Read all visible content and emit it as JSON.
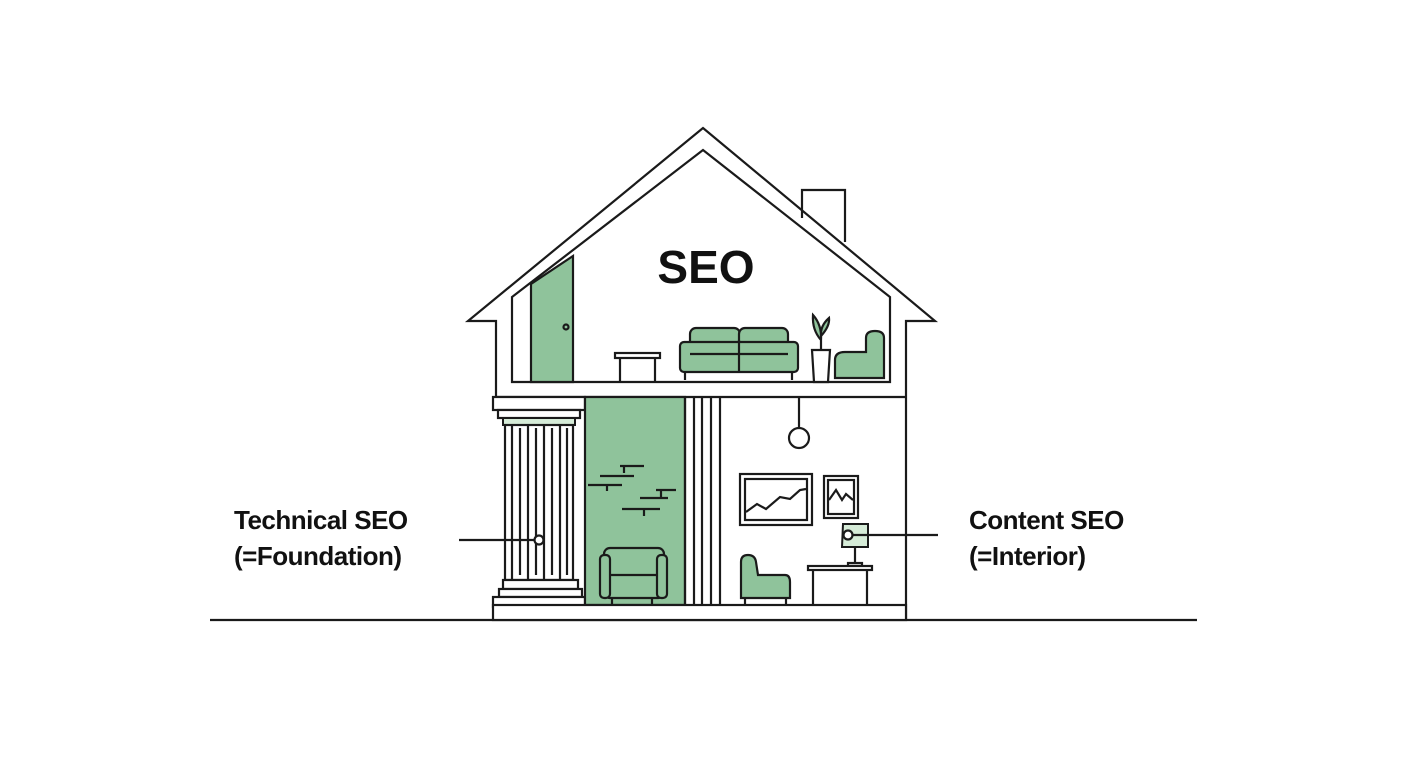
{
  "title": "SEO",
  "labels": {
    "technical_line1": "Technical SEO",
    "technical_line2": "(=Foundation)",
    "content_line1": "Content SEO",
    "content_line2": "(=Interior)"
  },
  "colors": {
    "accent": "#8fc39b",
    "light_accent": "#d6ecd8",
    "line": "#1a1a1a"
  }
}
